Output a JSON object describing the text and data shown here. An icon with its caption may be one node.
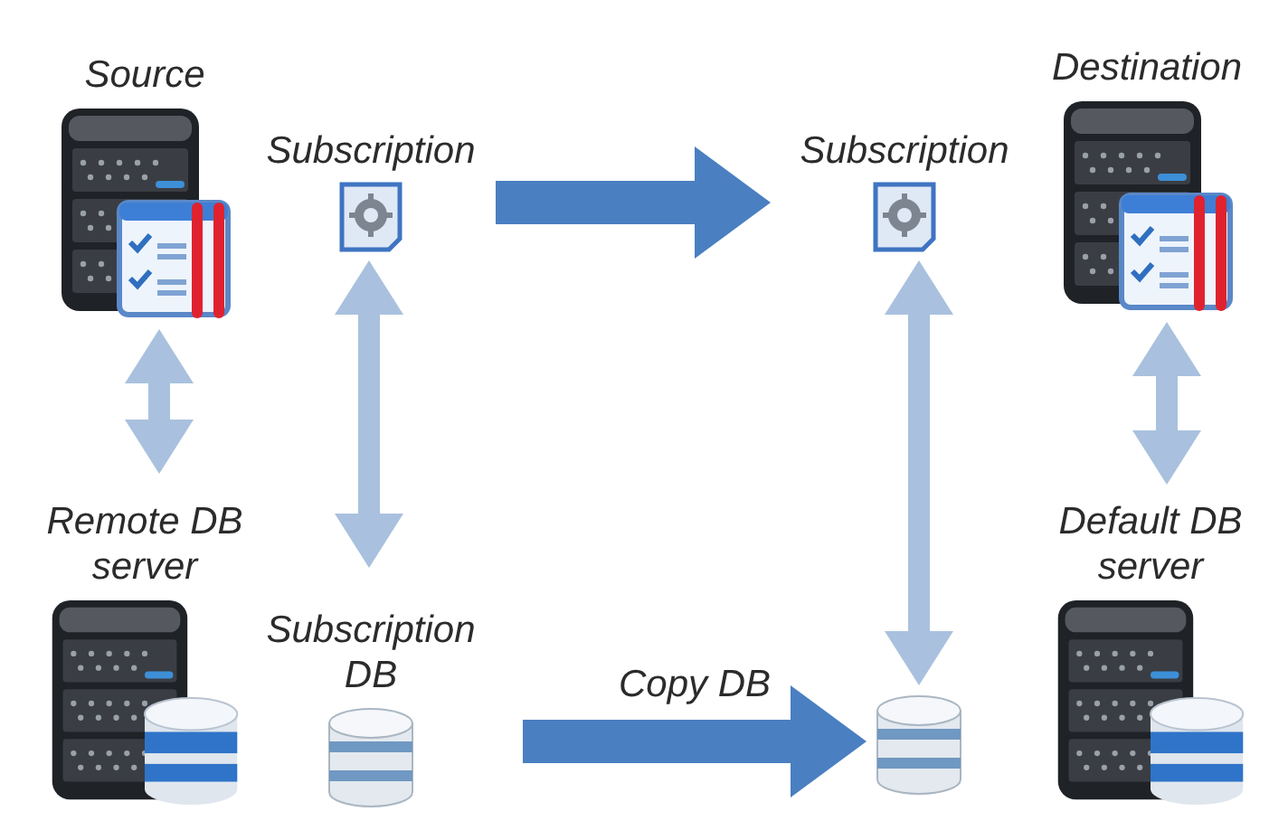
{
  "diagram": {
    "nodes": [
      {
        "text": [
          "Source"
        ]
      },
      {
        "text": [
          "Subscription"
        ]
      },
      {
        "text": [
          "Subscription"
        ]
      },
      {
        "text": [
          "Destination"
        ]
      },
      {
        "text": [
          "Remote DB server"
        ]
      },
      {
        "text": [
          "Subscription DB"
        ]
      },
      {
        "text": [],
        "shape": "cylinder"
      },
      {
        "text": [
          "Default DB server"
        ]
      }
    ],
    "edges": [
      {
        "from": 0,
        "to": 4,
        "arrow": "both"
      },
      {
        "from": 1,
        "to": 5,
        "arrow": "both"
      },
      {
        "from": 2,
        "to": 6,
        "arrow": "both"
      },
      {
        "from": 3,
        "to": 7,
        "arrow": "both"
      },
      {
        "from": 1,
        "to": 2,
        "arrow": "to",
        "style": "thick",
        "color": "#4a7fc1"
      },
      {
        "from": 5,
        "to": 6,
        "arrow": "to",
        "label": "Copy DB",
        "style": "thick",
        "color": "#4a7fc1"
      }
    ]
  }
}
